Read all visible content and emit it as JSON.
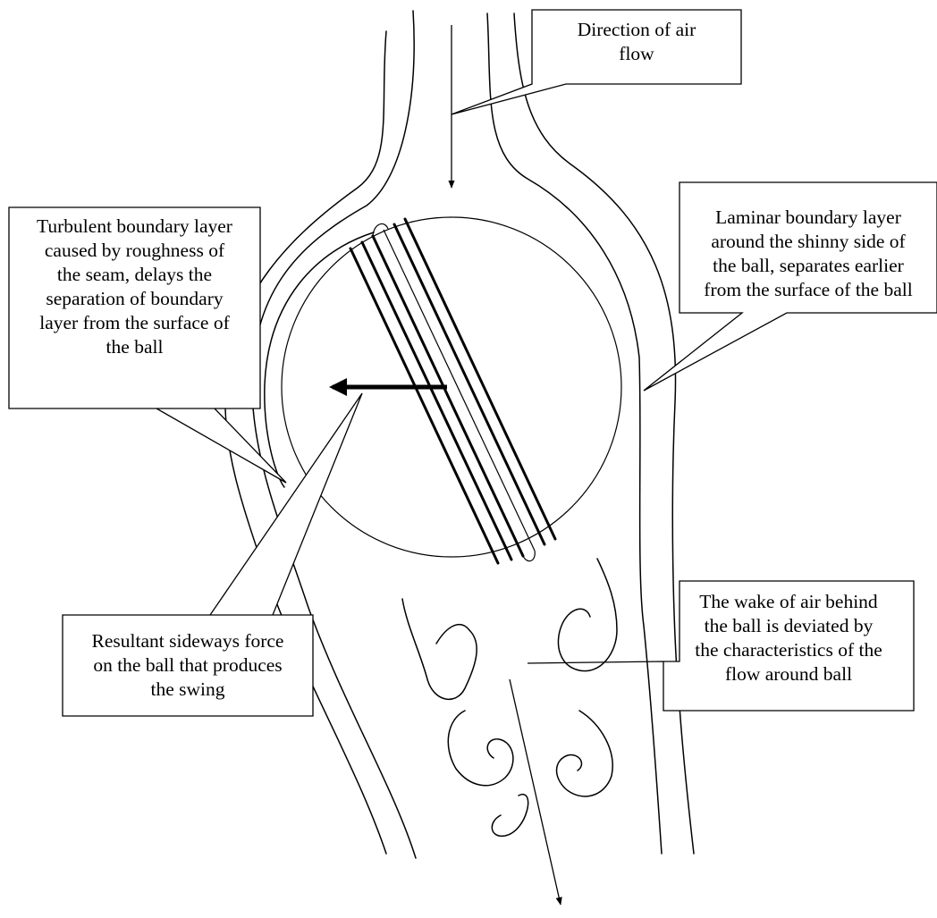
{
  "labels": {
    "air_flow": "Direction of air\nflow",
    "laminar": "Laminar boundary layer\naround the shinny side of\nthe ball, separates earlier\nfrom the surface of the ball",
    "turbulent": "Turbulent boundary layer\ncaused by roughness of\nthe seam, delays the\nseparation of boundary\nlayer from the surface of\nthe ball",
    "force": "Resultant sideways force\non the ball that produces\nthe swing",
    "wake": "The wake of air behind\nthe ball is deviated by\nthe characteristics of the\nflow around ball"
  },
  "colors": {
    "stroke": "#000000",
    "background": "#ffffff"
  }
}
